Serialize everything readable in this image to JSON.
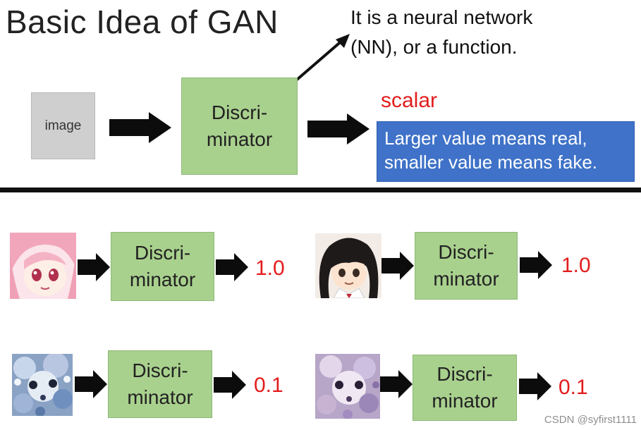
{
  "title": "Basic Idea of GAN",
  "note": {
    "line1": "It is a neural network",
    "line2": "(NN), or a function."
  },
  "top_diagram": {
    "input_label": "image",
    "discriminator_line1": "Discri-",
    "discriminator_line2": "minator",
    "output_label": "scalar",
    "explanation_line1": "Larger value means real,",
    "explanation_line2": "smaller value means fake."
  },
  "examples": [
    {
      "kind": "anime-face-pink-hair",
      "discriminator_line1": "Discri-",
      "discriminator_line2": "minator",
      "score": "1.0"
    },
    {
      "kind": "anime-face-dark-hair",
      "discriminator_line1": "Discri-",
      "discriminator_line2": "minator",
      "score": "1.0"
    },
    {
      "kind": "noisy-generated-image",
      "discriminator_line1": "Discri-",
      "discriminator_line2": "minator",
      "score": "0.1"
    },
    {
      "kind": "noisy-generated-image",
      "discriminator_line1": "Discri-",
      "discriminator_line2": "minator",
      "score": "0.1"
    }
  ],
  "watermark": "CSDN @syfirst1111",
  "colors": {
    "discriminator_fill": "#a9d18e",
    "explanation_fill": "#3f72c8",
    "score_text": "#e31c1c",
    "image_box_fill": "#cfcfcf"
  }
}
